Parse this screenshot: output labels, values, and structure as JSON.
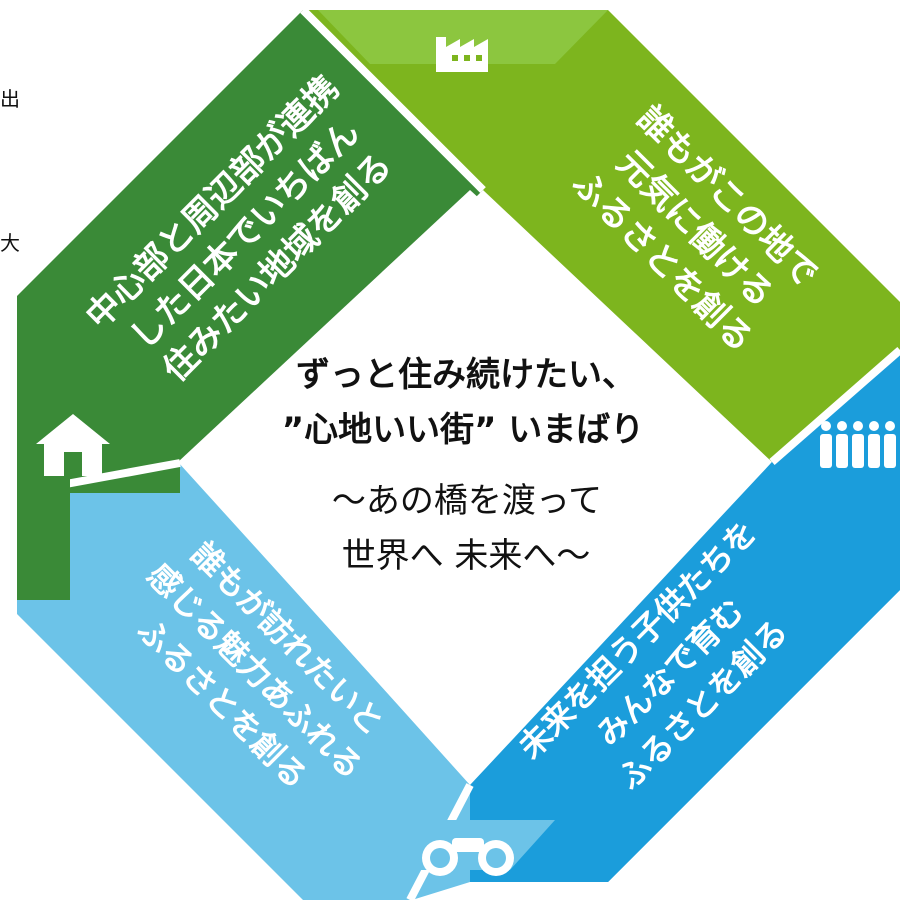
{
  "edge_fragments": {
    "top_left": "出",
    "mid_left": "大"
  },
  "center": {
    "line1": "ずっと住み続けたい、",
    "line2": "”心地いい街” いまばり",
    "line3": "〜あの橋を渡って",
    "line4": "世界へ 未来へ〜"
  },
  "quadrants": {
    "top_left": {
      "lines": [
        "中心部と周辺部が連携",
        "した日本でいちばん",
        "住みたい地域を創る"
      ],
      "icon": "house-icon",
      "color": "#3a8a37"
    },
    "top_right": {
      "lines": [
        "誰もがこの地で",
        "元気に働ける",
        "ふるさとを創る"
      ],
      "icon": "factory-icon",
      "color": "#7db51e"
    },
    "bottom_right": {
      "lines": [
        "未来を担う子供たちを",
        "みんなで育む",
        "ふるさとを創る"
      ],
      "icon": "people-icon",
      "color": "#1b9ddb"
    },
    "bottom_left": {
      "lines": [
        "誰もが訪れたいと",
        "感じる魅力あふれる",
        "ふるさとを創る"
      ],
      "icon": "binoculars-icon",
      "color": "#6cc3e8"
    }
  }
}
